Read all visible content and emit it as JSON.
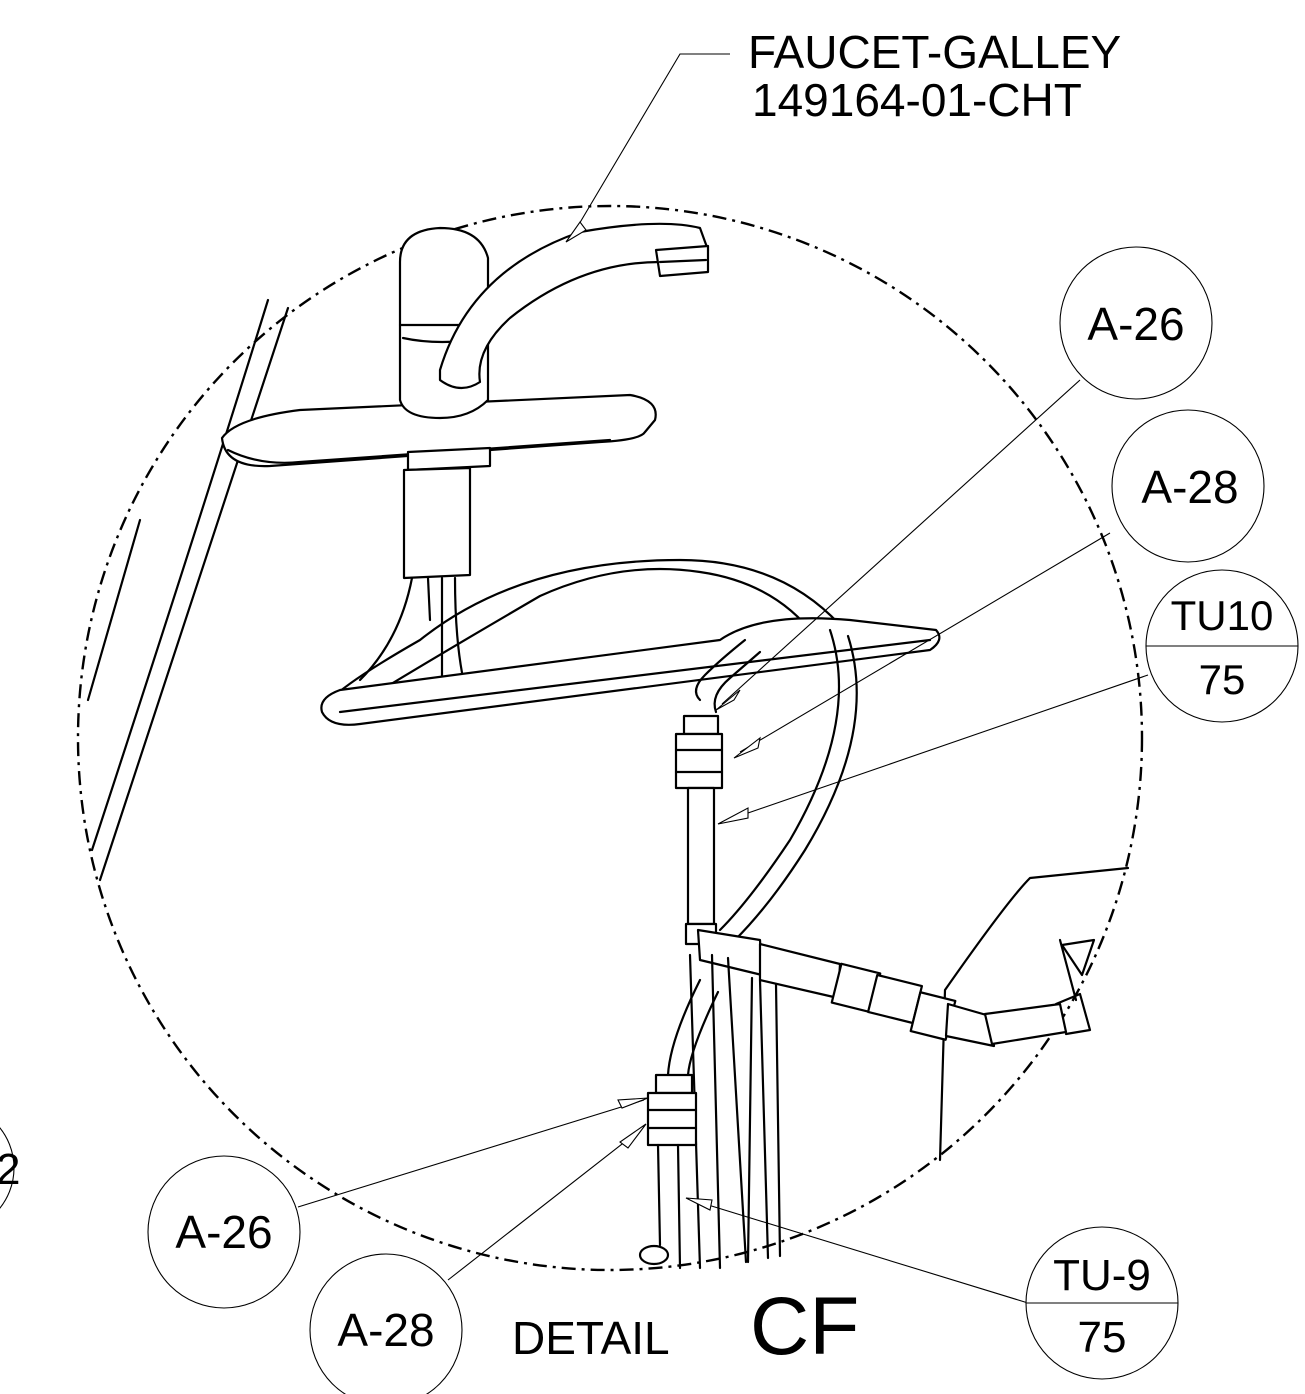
{
  "detail": {
    "prefix": "DETAIL",
    "letters": "CF"
  },
  "callouts": {
    "faucet_name": "FAUCET-GALLEY",
    "faucet_part_number": "149164-01-CHT"
  },
  "balloons": [
    {
      "top": "A-26"
    },
    {
      "top": "A-28"
    },
    {
      "top": "TU10",
      "bottom": "75"
    },
    {
      "top": "A-26"
    },
    {
      "top": "A-28"
    },
    {
      "top": "TU-9",
      "bottom": "75"
    }
  ],
  "edge_fragment": "2"
}
